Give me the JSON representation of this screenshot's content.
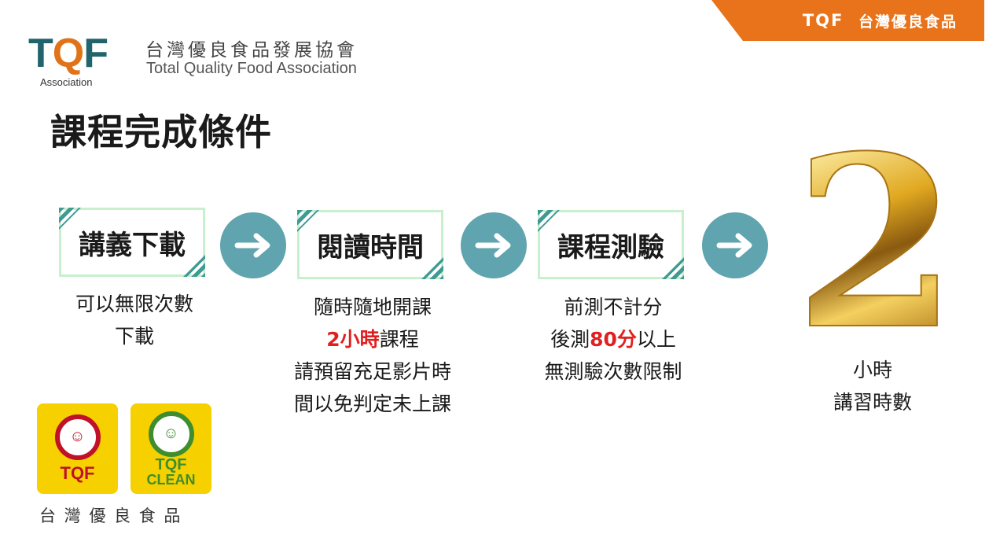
{
  "header": {
    "tab_brand": "TQF",
    "tab_label": "台灣優良食品",
    "logo_t": "T",
    "logo_q": "Q",
    "logo_f": "F",
    "logo_sub": "Association",
    "org_zh": "台灣優良食品發展協會",
    "org_en": "Total Quality Food Association"
  },
  "title": "課程完成條件",
  "steps": [
    {
      "label": "講義下載",
      "lines": [
        "可以無限次數",
        "下載"
      ]
    },
    {
      "label": "閱讀時間",
      "line1": "隨時隨地開課",
      "line2_red": "2小時",
      "line2_rest": "課程",
      "line3": "請預留充足影片時",
      "line4": "間以免判定未上課"
    },
    {
      "label": "課程測驗",
      "line1": "前測不計分",
      "line2_pre": "後測",
      "line2_red": "80分",
      "line2_rest": "以上",
      "line3": "無測驗次數限制"
    }
  ],
  "result": {
    "number": "2",
    "unit": "小時",
    "caption": "講習時數"
  },
  "badges": {
    "tqf": "TQF",
    "clean_1": "TQF",
    "clean_2": "CLEAN",
    "footer": "台 灣 優 良 食 品"
  },
  "colors": {
    "orange": "#e8731a",
    "teal": "#5fa4ae",
    "red": "#e02020",
    "yellow": "#f7d000"
  }
}
